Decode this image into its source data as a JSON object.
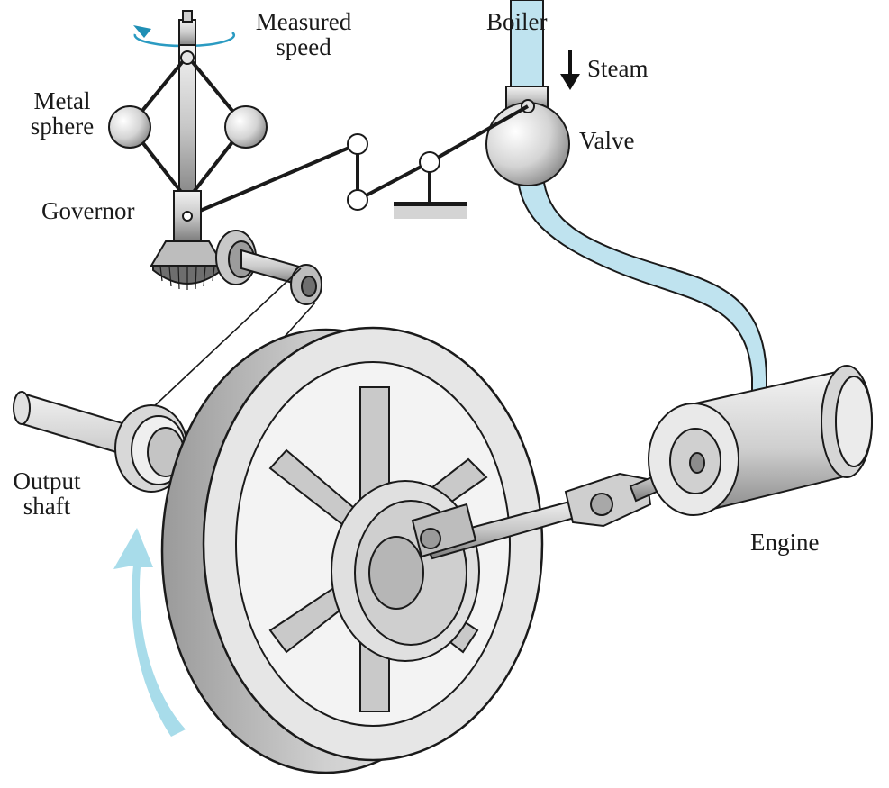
{
  "labels": {
    "measured_speed_line1": "Measured",
    "measured_speed_line2": "speed",
    "metal_sphere_line1": "Metal",
    "metal_sphere_line2": "sphere",
    "governor": "Governor",
    "boiler": "Boiler",
    "steam": "Steam",
    "valve": "Valve",
    "output_shaft_line1": "Output",
    "output_shaft_line2": "shaft",
    "engine": "Engine"
  },
  "colors": {
    "steam_pipe": "#bfe3ef",
    "rotation_arrow": "#a8dcea",
    "speed_arrow": "#1f8fb5",
    "metal": "#d9d9d9",
    "outline": "#1a1a1a"
  }
}
